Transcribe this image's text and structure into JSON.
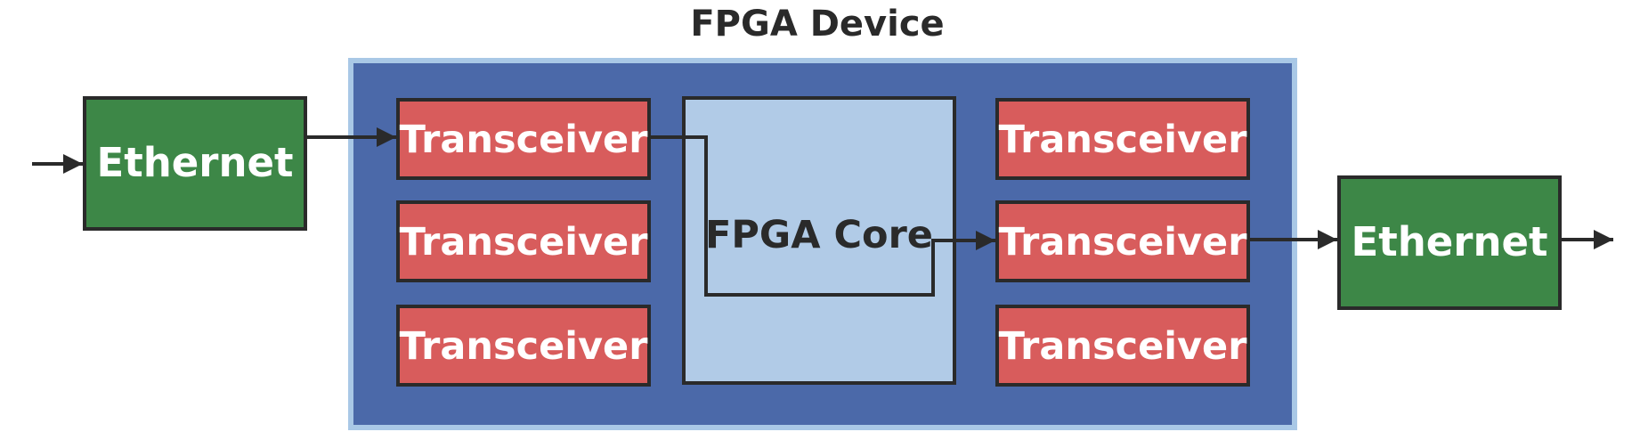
{
  "diagram": {
    "title": "FPGA Device",
    "input_ethernet": {
      "label": "Ethernet"
    },
    "output_ethernet": {
      "label": "Ethernet"
    },
    "core": {
      "label": "FPGA Core"
    },
    "left_transceivers": [
      {
        "label": "Transceiver"
      },
      {
        "label": "Transceiver"
      },
      {
        "label": "Transceiver"
      }
    ],
    "right_transceivers": [
      {
        "label": "Transceiver"
      },
      {
        "label": "Transceiver"
      },
      {
        "label": "Transceiver"
      }
    ]
  },
  "colors": {
    "device_fill": "#4b69a9",
    "device_border": "#a9c8e6",
    "core_fill": "#b1cbe7",
    "transceiver_fill": "#d85c5c",
    "ethernet_fill": "#3d8747",
    "stroke": "#2a2a2a",
    "label_light": "#ffffff",
    "label_dark": "#2a2a2a"
  }
}
